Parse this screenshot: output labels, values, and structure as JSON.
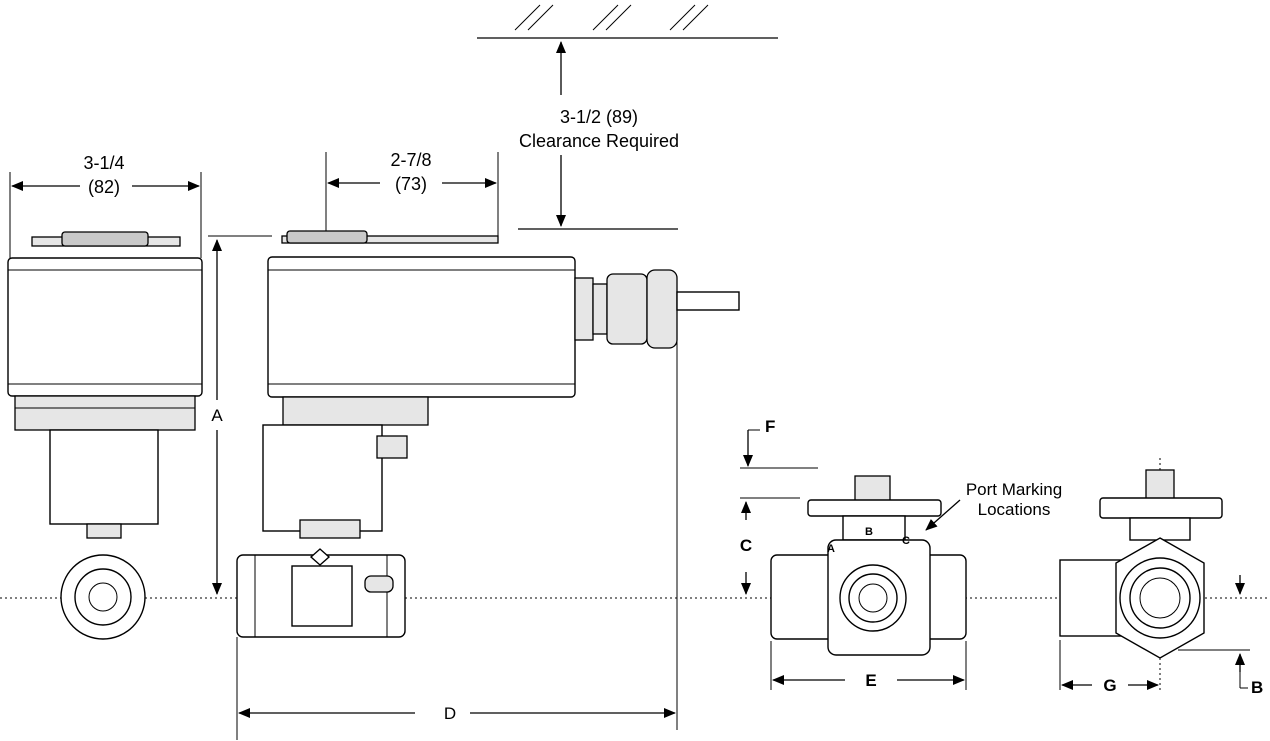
{
  "dimensions": {
    "width_in": "3-1/4",
    "width_mm": "(82)",
    "depth_in": "2-7/8",
    "depth_mm": "(73)",
    "clearance_in": "3-1/2 (89)",
    "clearance_text": "Clearance Required"
  },
  "letters": {
    "a": "A",
    "b": "B",
    "c": "C",
    "d": "D",
    "e": "E",
    "f": "F",
    "g": "G"
  },
  "port_marking": {
    "line1": "Port Marking",
    "line2": "Locations",
    "port_a": "A",
    "port_b": "B",
    "port_c": "C"
  }
}
